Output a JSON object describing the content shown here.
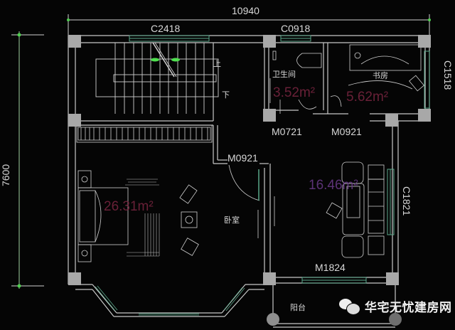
{
  "plan": {
    "overall_width": "10940",
    "overall_depth": "7600",
    "windows": {
      "stair_window": "C2418",
      "bath_window": "C0918",
      "study_window": "C1518",
      "living_window": "C1821"
    },
    "doors": {
      "bath_door": "M0721",
      "study_door": "M0921",
      "bedroom_door": "M0921",
      "balcony_door": "M1824"
    },
    "rooms": {
      "bathroom": {
        "name": "卫生间",
        "area": "3.52m²"
      },
      "study": {
        "name": "书房",
        "area": "5.62m²"
      },
      "bedroom": {
        "name": "卧室",
        "area": "26.31m²"
      },
      "lounge": {
        "area": "16.46m²"
      },
      "balcony": {
        "name": "阳台"
      }
    },
    "stairs": {
      "up": "上",
      "down": "下"
    }
  },
  "watermark": {
    "text": "华宅无忧建房网",
    "icon": "wechat-icon"
  },
  "colors": {
    "background": "#050505",
    "wall": "#d0d0d0",
    "column": "#a8a8a8",
    "dim_line": "#8fd08f",
    "window": "#5aa88a",
    "area_text": "#7a2540"
  }
}
